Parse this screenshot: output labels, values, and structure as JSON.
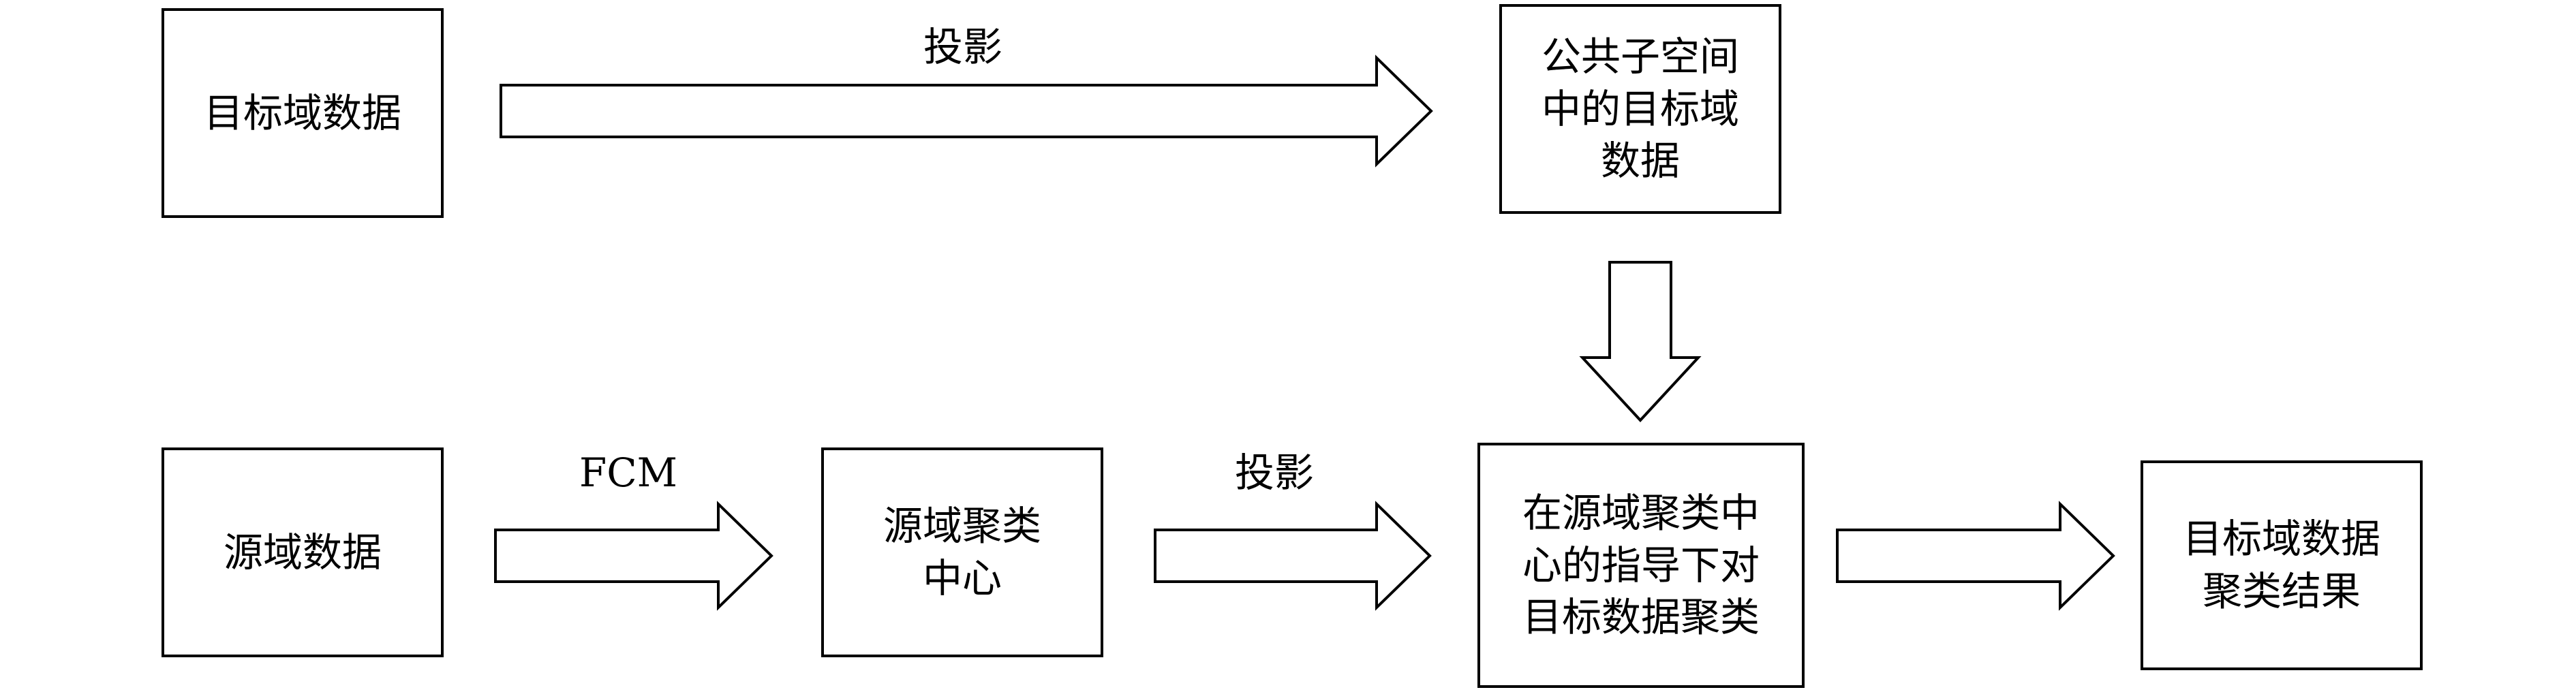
{
  "nodes": {
    "target_data": {
      "lines": [
        "目标域数据"
      ]
    },
    "common_subspace_target": {
      "lines": [
        "公共子空间",
        "中的目标域",
        "数据"
      ]
    },
    "source_data": {
      "lines": [
        "源域数据"
      ]
    },
    "source_cluster_centers": {
      "lines": [
        "源域聚类",
        "中心"
      ]
    },
    "guided_clustering": {
      "lines": [
        "在源域聚类中",
        "心的指导下对",
        "目标数据聚类"
      ]
    },
    "target_cluster_result": {
      "lines": [
        "目标域数据",
        "聚类结果"
      ]
    }
  },
  "edges": {
    "target_to_subspace": {
      "label": "投影"
    },
    "source_to_centers": {
      "label": "FCM"
    },
    "centers_to_guided": {
      "label": "投影"
    },
    "subspace_to_guided": {
      "label": ""
    },
    "guided_to_result": {
      "label": ""
    }
  }
}
